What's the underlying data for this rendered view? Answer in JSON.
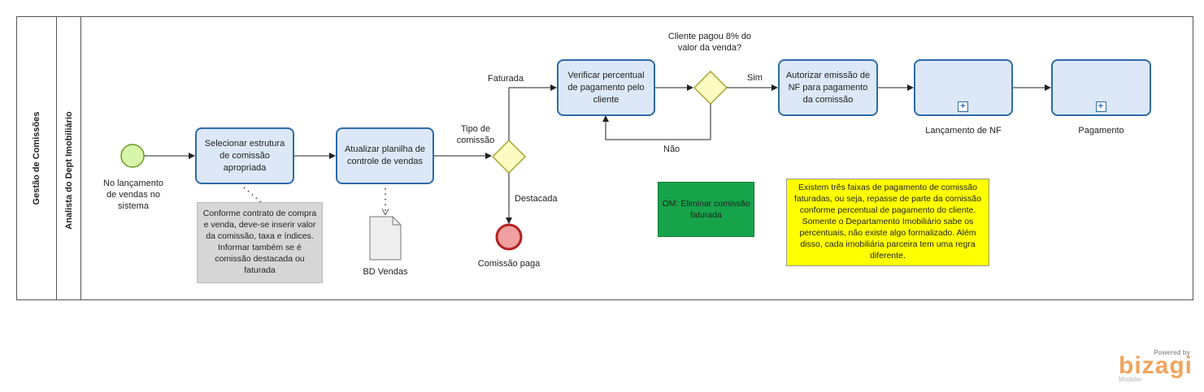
{
  "pool": {
    "name": "Gestão de Comissões"
  },
  "lane": {
    "name": "Analista do Dept Imobiliário"
  },
  "events": {
    "start": "No lançamento de vendas no sistema",
    "end": "Comissão paga"
  },
  "tasks": {
    "t1": "Selecionar estrutura de comissão apropriada",
    "t2": "Atualizar planilha de controle de vendas",
    "t3": "Verificar percentual de pagamento pelo cliente",
    "t4": "Autorizar emissão de NF para pagamento da comissão",
    "sub1": "Lançamento de NF",
    "sub2": "Pagamento"
  },
  "gateways": {
    "g1": "Tipo de comissão",
    "g2": "Cliente pagou 8% do valor da venda?"
  },
  "flows": {
    "faturada": "Faturada",
    "destacada": "Destacada",
    "sim": "Sim",
    "nao": "Não"
  },
  "data_store": "BD Vendas",
  "annotations": {
    "gray": "Conforme contrato de compra e venda, deve-se inserir valor da comissão, taxa e índices. Informar também se é comissão destacada ou faturada",
    "green": "OM: Eliminar comissão faturada",
    "yellow": "Existem três faixas de pagamento de comissão faturadas, ou seja, repasse de parte da comissão conforme percentual de pagamento do cliente. Somente o Departamento Imobiliário sabe os percentuais, não existe algo formalizado. Além disso, cada imobiliária parceira tem uma regra diferente."
  },
  "logo": {
    "powered": "Powered by",
    "name": "bizagi",
    "product": "Modeler"
  },
  "colors": {
    "task_fill": "#dce8f7",
    "task_border": "#2d6aa8",
    "start_fill": "#d7f5a8",
    "end_fill": "#f0a0a0",
    "gateway_fill": "#fbfbc2",
    "green_note": "#16a34a",
    "yellow_note": "#ffff00"
  }
}
